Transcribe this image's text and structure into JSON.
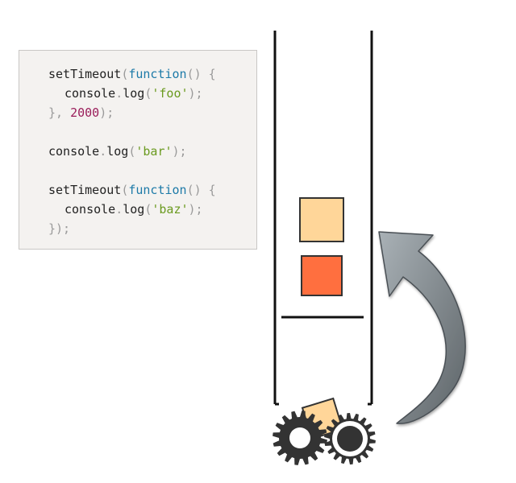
{
  "code": {
    "lines": [
      {
        "indent": 0,
        "tokens": [
          {
            "t": "setTimeout",
            "c": "plain"
          },
          {
            "t": "(",
            "c": "pun"
          },
          {
            "t": "function",
            "c": "kw"
          },
          {
            "t": "() {",
            "c": "pun"
          }
        ]
      },
      {
        "indent": 1,
        "tokens": [
          {
            "t": "console",
            "c": "plain"
          },
          {
            "t": ".",
            "c": "pun"
          },
          {
            "t": "log",
            "c": "plain"
          },
          {
            "t": "(",
            "c": "pun"
          },
          {
            "t": "'foo'",
            "c": "str"
          },
          {
            "t": ");",
            "c": "pun"
          }
        ]
      },
      {
        "indent": 0,
        "tokens": [
          {
            "t": "}, ",
            "c": "pun"
          },
          {
            "t": "2000",
            "c": "num"
          },
          {
            "t": ");",
            "c": "pun"
          }
        ]
      },
      {
        "indent": 0,
        "tokens": []
      },
      {
        "indent": 0,
        "tokens": [
          {
            "t": "console",
            "c": "plain"
          },
          {
            "t": ".",
            "c": "pun"
          },
          {
            "t": "log",
            "c": "plain"
          },
          {
            "t": "(",
            "c": "pun"
          },
          {
            "t": "'bar'",
            "c": "str"
          },
          {
            "t": ");",
            "c": "pun"
          }
        ]
      },
      {
        "indent": 0,
        "tokens": []
      },
      {
        "indent": 0,
        "tokens": [
          {
            "t": "setTimeout",
            "c": "plain"
          },
          {
            "t": "(",
            "c": "pun"
          },
          {
            "t": "function",
            "c": "kw"
          },
          {
            "t": "() {",
            "c": "pun"
          }
        ]
      },
      {
        "indent": 1,
        "tokens": [
          {
            "t": "console",
            "c": "plain"
          },
          {
            "t": ".",
            "c": "pun"
          },
          {
            "t": "log",
            "c": "plain"
          },
          {
            "t": "(",
            "c": "pun"
          },
          {
            "t": "'baz'",
            "c": "str"
          },
          {
            "t": ");",
            "c": "pun"
          }
        ]
      },
      {
        "indent": 0,
        "tokens": [
          {
            "t": "});",
            "c": "pun"
          }
        ]
      }
    ]
  },
  "colors": {
    "panel_bg": "#f4f2f0",
    "keyword": "#1d7aa8",
    "string": "#6a9a1f",
    "number": "#9a1d5a",
    "punctuation": "#9a9a9a",
    "queue_item_light": "#ffd699",
    "queue_item_dark": "#ff6f3f",
    "gear": "#333333",
    "arrow_gradient_start": "#a9b1b6",
    "arrow_gradient_end": "#5d6468"
  },
  "queue": {
    "items": [
      {
        "name": "queue-item-light",
        "color_key": "queue_item_light"
      },
      {
        "name": "queue-item-dark",
        "color_key": "queue_item_dark"
      }
    ],
    "processing_item": {
      "name": "processing-item",
      "color_key": "queue_item_light"
    }
  },
  "icons": {
    "gear_left": "gear-icon",
    "gear_right": "gear-icon",
    "arrow": "curved-arrow-icon"
  }
}
